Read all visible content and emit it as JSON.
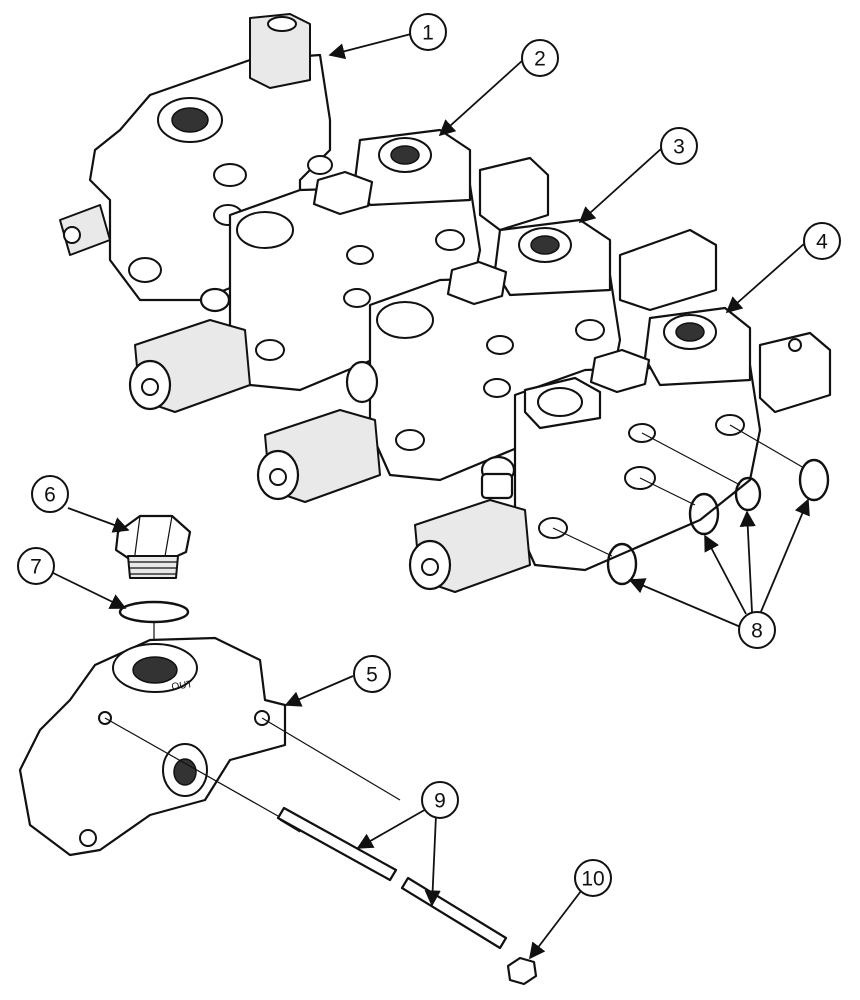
{
  "diagram": {
    "callouts": [
      {
        "label": "1"
      },
      {
        "label": "2"
      },
      {
        "label": "3"
      },
      {
        "label": "4"
      },
      {
        "label": "5"
      },
      {
        "label": "6"
      },
      {
        "label": "7"
      },
      {
        "label": "8"
      },
      {
        "label": "9"
      },
      {
        "label": "10"
      }
    ],
    "stamp_text": "OUT"
  },
  "colors": {
    "ink": "#111111",
    "paper": "#ffffff",
    "shade": "#e9e9e9"
  }
}
